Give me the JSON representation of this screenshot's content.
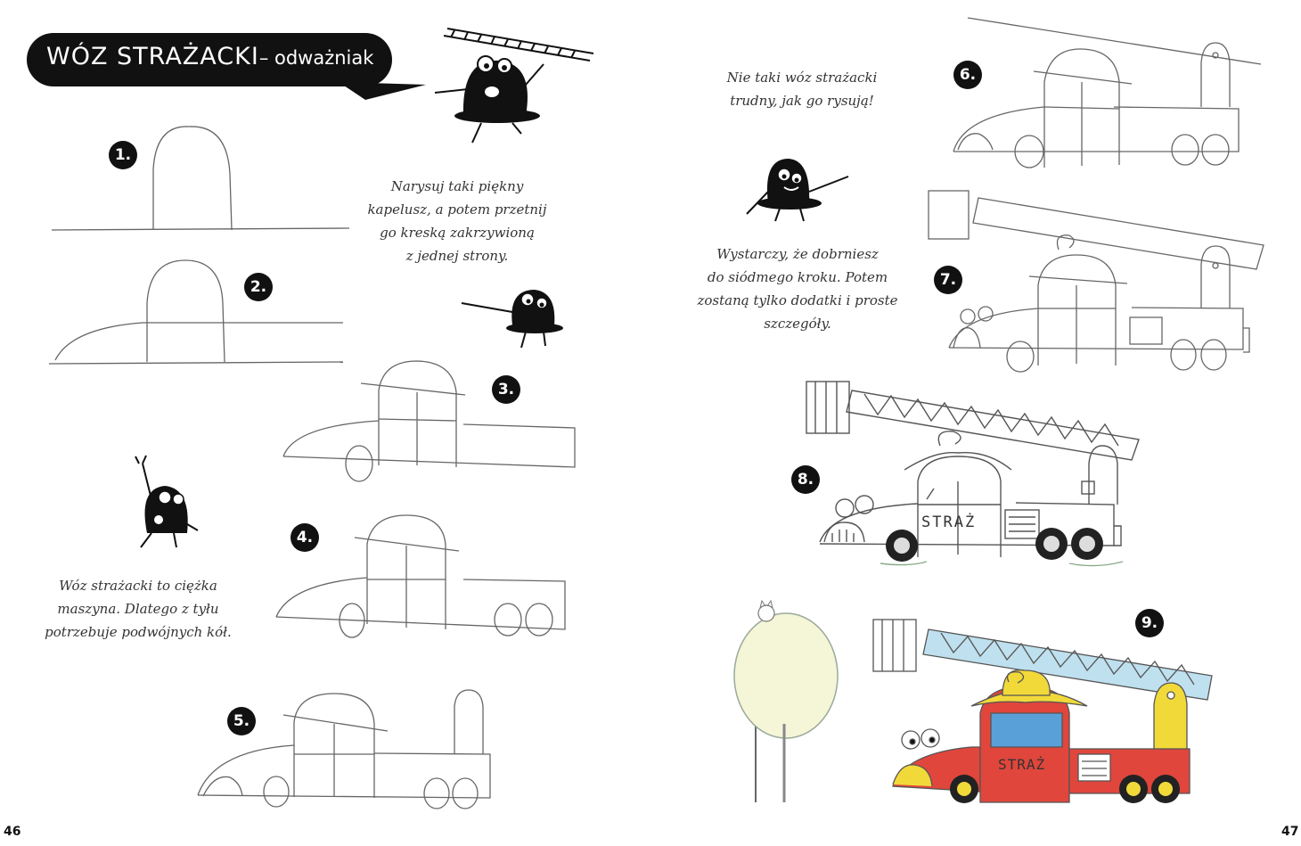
{
  "title": {
    "main": "WÓZ STRAŻACKI",
    "sub": "– odważniak"
  },
  "steps": [
    "1.",
    "2.",
    "3.",
    "4.",
    "5.",
    "6.",
    "7.",
    "8.",
    "9."
  ],
  "captions": {
    "hat": [
      "Narysuj taki piękny",
      "kapelusz, a potem przetnij",
      "go kreską zakrzywioną",
      "z jednej strony."
    ],
    "wheels": [
      "Wóz strażacki to ciężka",
      "maszyna. Dlatego z tyłu",
      "potrzebuje podwójnych kół."
    ],
    "easy": [
      "Nie taki wóz strażacki",
      "trudny, jak go rysują!"
    ],
    "seven": [
      "Wystarczy, że dobrniesz",
      "do siódmego kroku. Potem",
      "zostaną tylko dodatki i proste",
      "szczegóły."
    ]
  },
  "truck_label": "STRAŻ",
  "truck_label_color": "STR|AŻ",
  "page_numbers": {
    "left": "46",
    "right": "47"
  },
  "colors": {
    "ink": "#111111",
    "pencil": "#555555",
    "truck_red": "#e0463c",
    "yellow": "#f2d93a",
    "blue": "#5aa0d8",
    "ladder": "#9cc8e0"
  },
  "icons": [
    "ladder-icon",
    "mascot-icon",
    "tree-icon",
    "cat-icon"
  ]
}
